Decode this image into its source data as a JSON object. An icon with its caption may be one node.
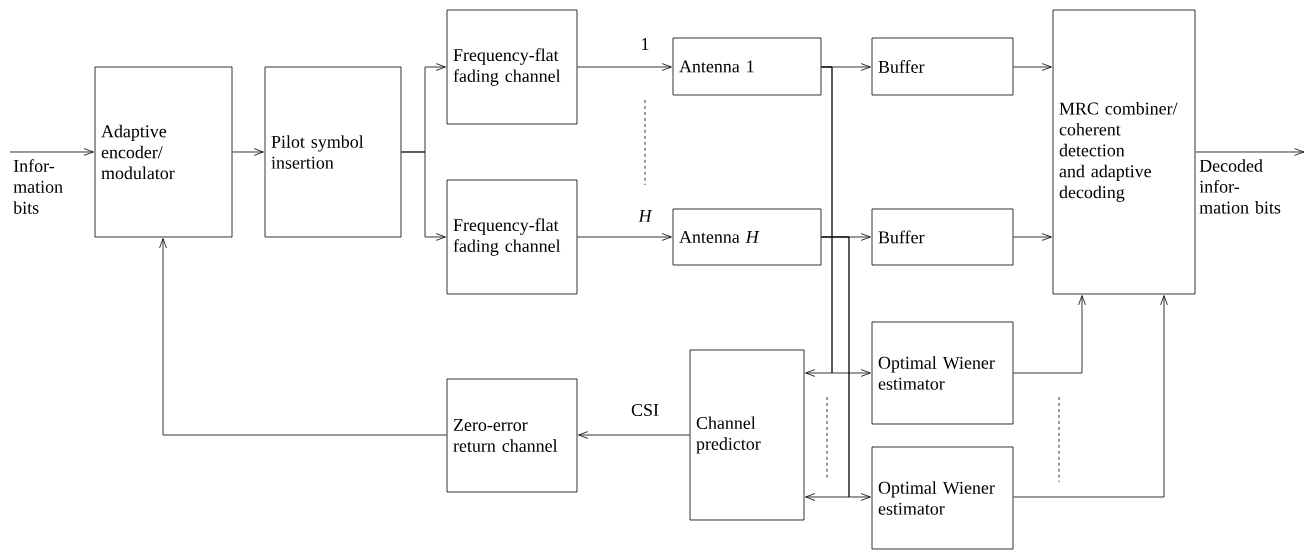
{
  "diagram": {
    "nodes": [
      {
        "text": [
          "Adaptive encoder/ modulator"
        ]
      },
      {
        "text": [
          "Pilot symbol insertion"
        ]
      },
      {
        "text": [
          "Frequency-flat fading channel"
        ]
      },
      {
        "text": [
          "Frequency-flat fading channel"
        ]
      },
      {
        "text": [
          "Antenna 1"
        ]
      },
      {
        "text": [
          "Antenna *H*"
        ]
      },
      {
        "text": [
          "Buffer"
        ]
      },
      {
        "text": [
          "Buffer"
        ]
      },
      {
        "text": [
          "MRC combiner/ coherent detection and adaptive decoding"
        ]
      },
      {
        "text": [
          "Optimal Wiener estimator"
        ]
      },
      {
        "text": [
          "Optimal Wiener estimator"
        ]
      },
      {
        "text": [
          "Channel predictor"
        ]
      },
      {
        "text": [
          "Zero-error return channel"
        ]
      }
    ],
    "edges": [
      {
        "from": null,
        "to": 0,
        "arrow": "to",
        "label": "Infor- mation bits"
      },
      {
        "from": 0,
        "to": 1,
        "arrow": "to"
      },
      {
        "from": 1,
        "to": 2,
        "arrow": "to"
      },
      {
        "from": 1,
        "to": 3,
        "arrow": "to"
      },
      {
        "from": 2,
        "to": 4,
        "arrow": "to",
        "label": "1"
      },
      {
        "from": 3,
        "to": 5,
        "arrow": "to",
        "label": "H"
      },
      {
        "from": 4,
        "to": 6,
        "arrow": "to"
      },
      {
        "from": 5,
        "to": 7,
        "arrow": "to"
      },
      {
        "from": 6,
        "to": 8,
        "arrow": "to"
      },
      {
        "from": 7,
        "to": 8,
        "arrow": "to"
      },
      {
        "from": 4,
        "to": 9,
        "arrow": "to"
      },
      {
        "from": 4,
        "to": 11,
        "arrow": "to"
      },
      {
        "from": 5,
        "to": 10,
        "arrow": "to"
      },
      {
        "from": 5,
        "to": 11,
        "arrow": "to"
      },
      {
        "from": 9,
        "to": 8,
        "arrow": "to"
      },
      {
        "from": 10,
        "to": 8,
        "arrow": "to"
      },
      {
        "from": 11,
        "to": 12,
        "arrow": "to",
        "label": "CSI"
      },
      {
        "from": 12,
        "to": 0,
        "arrow": "to"
      },
      {
        "from": 8,
        "to": null,
        "arrow": "to",
        "label": "Decoded infor- mation bits"
      }
    ]
  }
}
